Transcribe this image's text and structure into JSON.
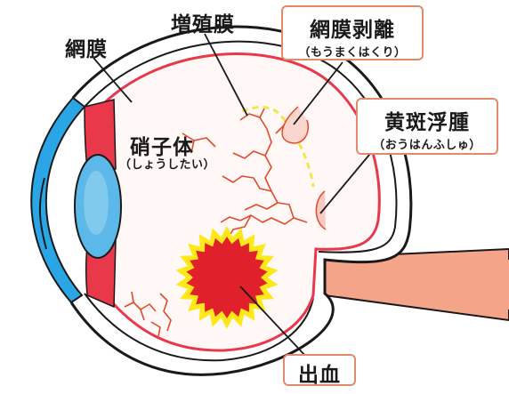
{
  "labels": {
    "retina": "網膜",
    "proliferative_membrane": "増殖膜",
    "vitreous": "硝子体",
    "vitreous_reading": "（しょうしたい）",
    "detachment": "網膜剥離",
    "detachment_reading": "（もうまくはくり）",
    "macular_edema": "黄斑浮腫",
    "macular_edema_reading": "（おうはんふしゅ）",
    "hemorrhage": "出血"
  },
  "colors": {
    "cornea": "#2aa6e6",
    "iris": "#e8384a",
    "lens": "#5cb8e8",
    "retina_line": "#e8384a",
    "vessels": "#e24a2a",
    "optic_nerve": "#f4a488",
    "hemorrhage_core": "#e0202a",
    "hemorrhage_halo": "#ffe81a",
    "proliferative": "#f2e64a",
    "box_border": "#e08a6a"
  }
}
